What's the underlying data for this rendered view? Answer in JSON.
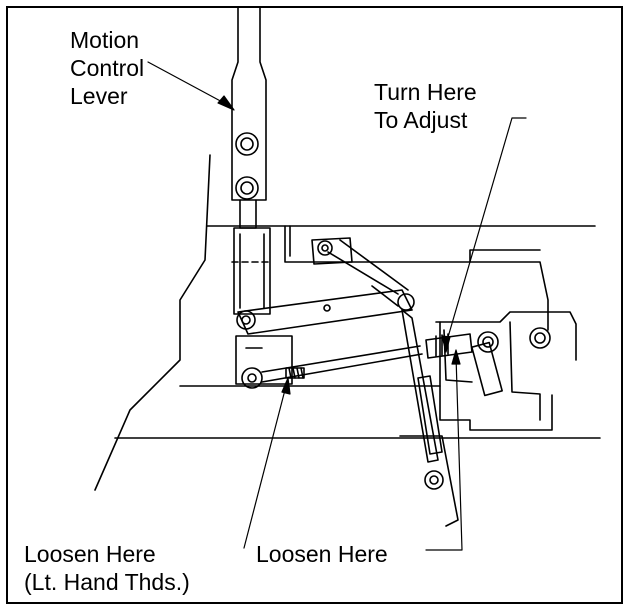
{
  "labels": {
    "motion_control_lever": [
      "Motion",
      "Control",
      "Lever"
    ],
    "turn_here": [
      "Turn Here",
      "To Adjust"
    ],
    "loosen_here_left": [
      "Loosen Here",
      "(Lt. Hand Thds.)"
    ],
    "loosen_here_right": [
      "Loosen Here"
    ]
  },
  "colors": {
    "ink": "#000000",
    "paper": "#ffffff"
  }
}
